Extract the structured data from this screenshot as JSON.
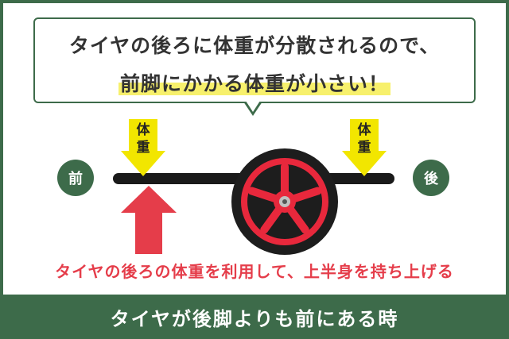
{
  "bubble": {
    "line1": "タイヤの後ろに体重が分散されるので、",
    "line2_highlight": "前脚にかかる体重が小さい！"
  },
  "labels": {
    "front": "前",
    "back": "後",
    "weight_left_1": "体",
    "weight_left_2": "重",
    "weight_right_1": "体",
    "weight_right_2": "重"
  },
  "caption": "タイヤの後ろの体重を利用して、上半身を持ち上げる",
  "footer": "タイヤが後脚よりも前にある時",
  "colors": {
    "green": "#3d6b4a",
    "yellow": "#f2e600",
    "red": "#e53d4a",
    "highlight": "#f7f06c"
  },
  "icons": {
    "weight_arrow": "arrow-down-icon",
    "lift_arrow": "arrow-up-icon",
    "wheel": "wheel-icon"
  }
}
